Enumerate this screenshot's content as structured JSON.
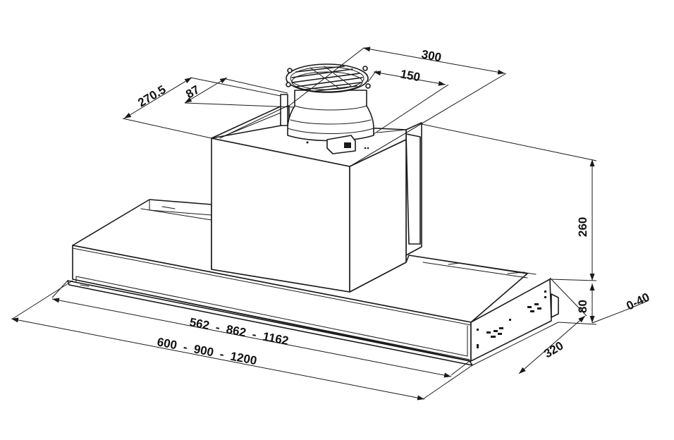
{
  "dimensions": {
    "top_depth": "300",
    "duct_diameter": "150",
    "chimney_offset": "270.5",
    "duct_offset": "87",
    "chimney_height": "260",
    "hood_height": "80",
    "extension": "0-40",
    "hood_depth": "320",
    "inner_width": "562  -  862  -  1162",
    "outer_width": "600  -  900  -  1200"
  }
}
